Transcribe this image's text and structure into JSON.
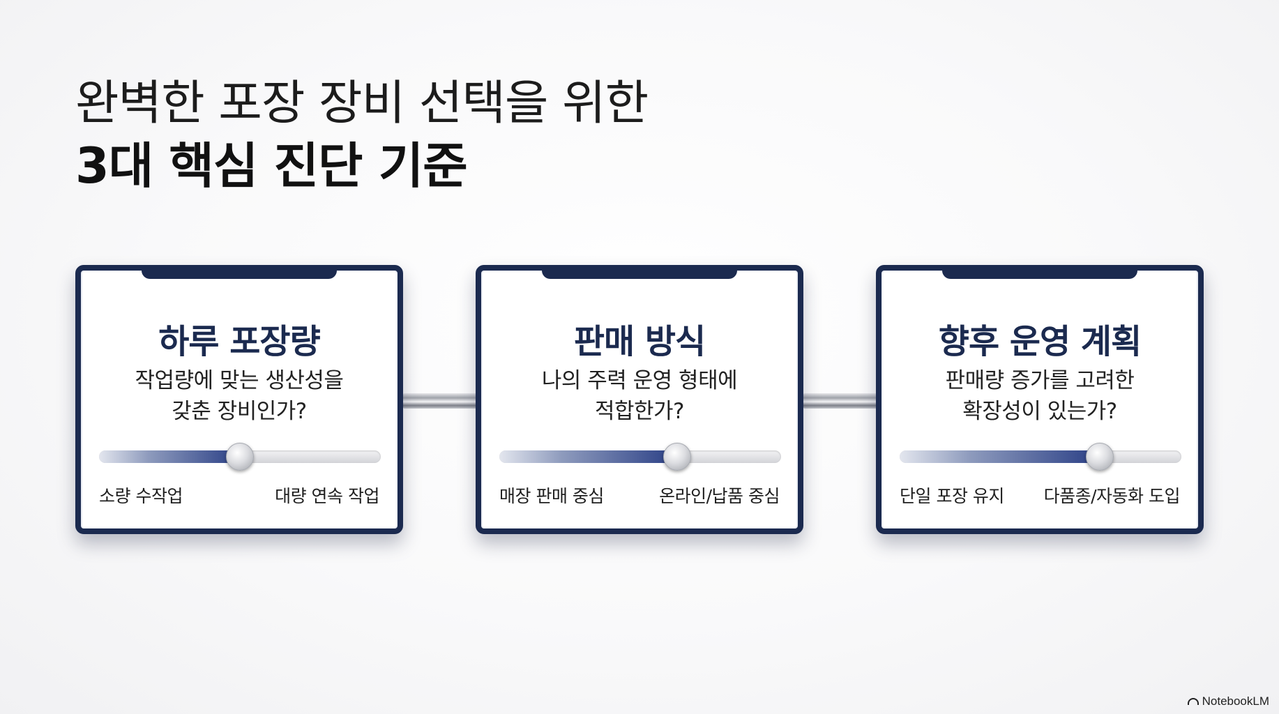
{
  "title": {
    "line1": "완벽한 포장 장비 선택을 위한",
    "line2": "3대 핵심 진단 기준"
  },
  "cards": [
    {
      "title": "하루 포장량",
      "question_line1": "작업량에 맞는 생산성을",
      "question_line2": "갖춘 장비인가?",
      "scale_left": "소량 수작업",
      "scale_right": "대량 연속 작업",
      "slider_value_percent": 50
    },
    {
      "title": "판매 방식",
      "question_line1": "나의 주력 운영 형태에",
      "question_line2": "적합한가?",
      "scale_left": "매장 판매 중심",
      "scale_right": "온라인/납품 중심",
      "slider_value_percent": 63
    },
    {
      "title": "향후 운영 계획",
      "question_line1": "판매량 증가를 고려한",
      "question_line2": "확장성이 있는가?",
      "scale_left": "단일 포장 유지",
      "scale_right": "다품종/자동화 도입",
      "slider_value_percent": 71
    }
  ],
  "brand": {
    "label": "NotebookLM",
    "icon": "notebooklm-logo-icon"
  },
  "colors": {
    "card_border": "#1b2a4f",
    "card_title": "#1b2a4f",
    "slider_fill": "#2a3f86"
  }
}
